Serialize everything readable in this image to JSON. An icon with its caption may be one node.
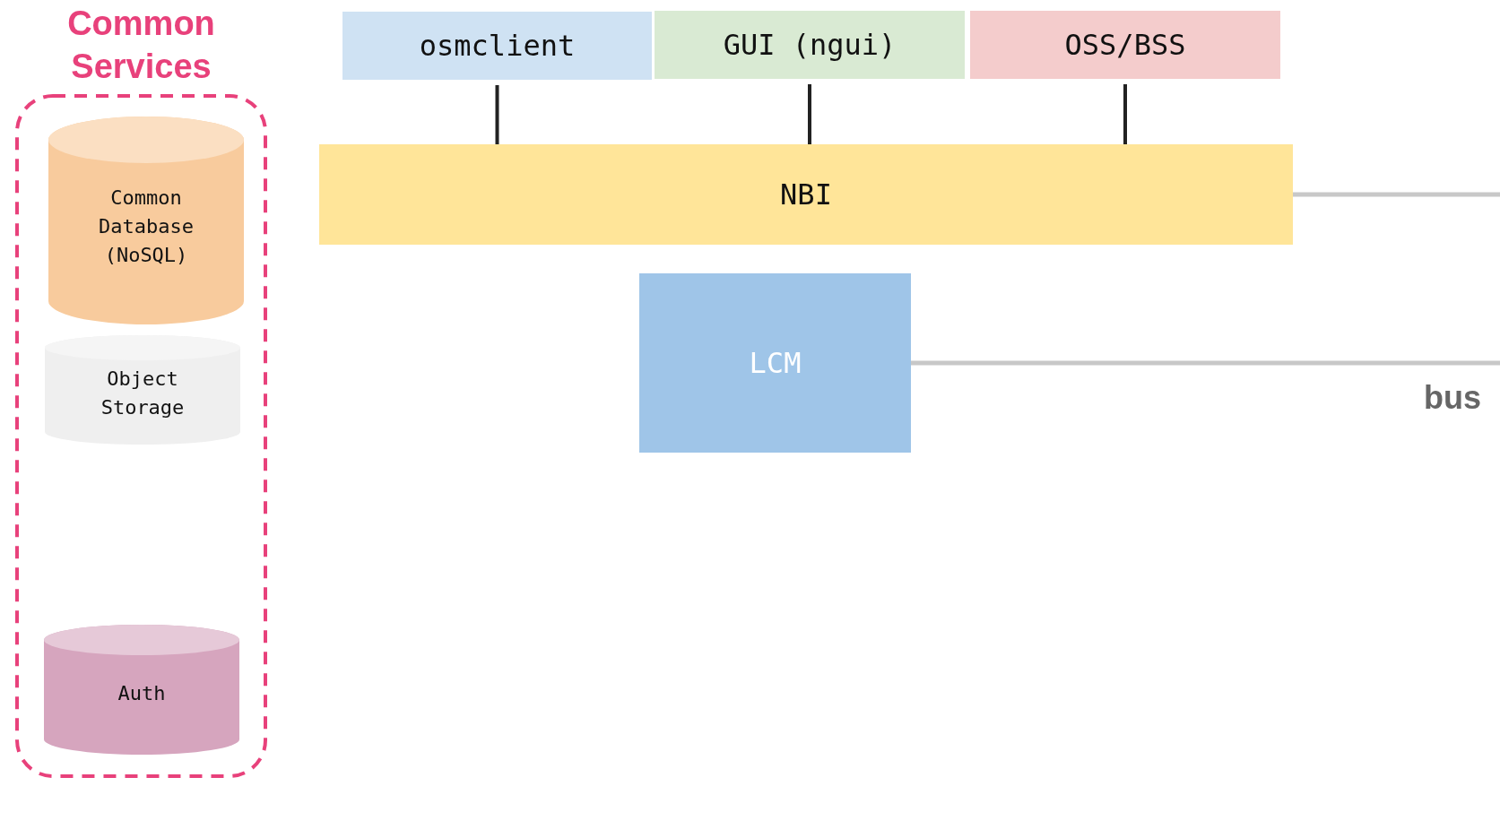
{
  "diagram": {
    "nodes": [
      {
        "text": [
          "Common Services"
        ]
      },
      {
        "text": [
          "Common Database (NoSQL)"
        ],
        "in": 0
      },
      {
        "text": [
          "Object Storage"
        ],
        "in": 0
      },
      {
        "text": [
          "Auth"
        ],
        "in": 0
      },
      {
        "text": [
          "osmclient"
        ]
      },
      {
        "text": [
          "GUI (ngui)"
        ]
      },
      {
        "text": [
          "OSS/BSS"
        ]
      },
      {
        "text": [
          "NBI"
        ]
      },
      {
        "text": [
          "LCM"
        ]
      }
    ],
    "edges": [
      {
        "from": 4,
        "to": 7,
        "arrow": "none"
      },
      {
        "from": 5,
        "to": 7,
        "arrow": "none"
      },
      {
        "from": 6,
        "to": 7,
        "arrow": "none"
      },
      {
        "from": 7,
        "to": null,
        "arrow": "none",
        "color": "#c8c8c8"
      },
      {
        "from": 8,
        "to": null,
        "arrow": "none",
        "color": "#c8c8c8"
      }
    ],
    "labels": [
      "bus"
    ]
  }
}
